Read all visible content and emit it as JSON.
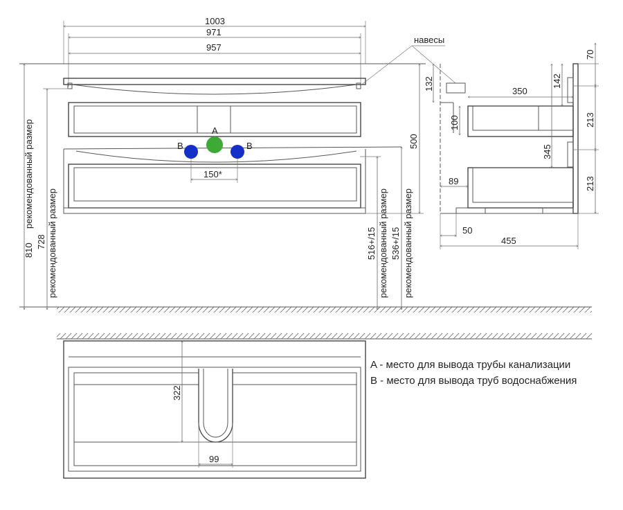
{
  "front_view": {
    "dims": {
      "w1003": "1003",
      "w971": "971",
      "w957": "957",
      "h810": "810",
      "h728": "728",
      "h500": "500",
      "h516": "516+/15",
      "h536": "536+/15",
      "spacing150": "150*"
    },
    "recommended_label": "рекомендованный размер",
    "hinges_label": "навесы",
    "markers": [
      {
        "label": "A",
        "color": "#3daa35"
      },
      {
        "label": "B",
        "color": "#1530c8"
      },
      {
        "label": "B",
        "color": "#1530c8"
      }
    ]
  },
  "side_view": {
    "dims": {
      "d132": "132",
      "d100": "100",
      "d350": "350",
      "d142": "142",
      "d345": "345",
      "d89": "89",
      "d50": "50",
      "d455": "455",
      "d70": "70",
      "d213a": "213",
      "d213b": "213"
    }
  },
  "plan_view": {
    "dims": {
      "d322": "322",
      "d99": "99"
    }
  },
  "legend": [
    "A - место для вывода трубы канализации",
    "B - место для вывода труб водоснабжения"
  ]
}
